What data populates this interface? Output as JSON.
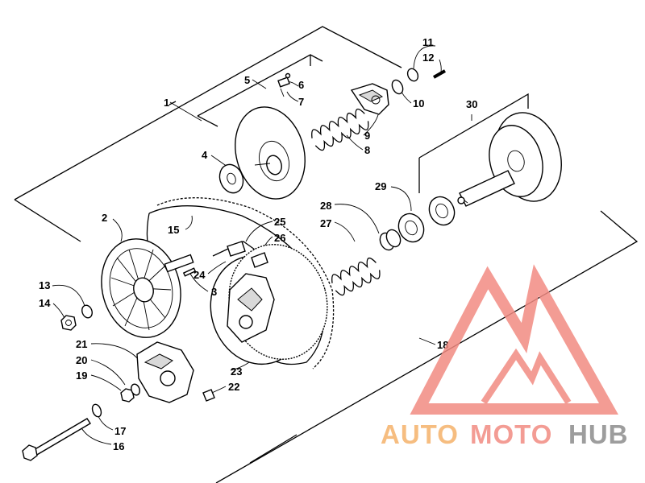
{
  "diagram": {
    "callouts": [
      {
        "id": "c1",
        "text": "1"
      },
      {
        "id": "c2",
        "text": "2"
      },
      {
        "id": "c3",
        "text": "3"
      },
      {
        "id": "c4",
        "text": "4"
      },
      {
        "id": "c5",
        "text": "5"
      },
      {
        "id": "c6",
        "text": "6"
      },
      {
        "id": "c7",
        "text": "7"
      },
      {
        "id": "c8",
        "text": "8"
      },
      {
        "id": "c9",
        "text": "9"
      },
      {
        "id": "c10",
        "text": "10"
      },
      {
        "id": "c11",
        "text": "11"
      },
      {
        "id": "c12",
        "text": "12"
      },
      {
        "id": "c13",
        "text": "13"
      },
      {
        "id": "c14",
        "text": "14"
      },
      {
        "id": "c15",
        "text": "15"
      },
      {
        "id": "c16",
        "text": "16"
      },
      {
        "id": "c17",
        "text": "17"
      },
      {
        "id": "c18",
        "text": "18"
      },
      {
        "id": "c19",
        "text": "19"
      },
      {
        "id": "c20",
        "text": "20"
      },
      {
        "id": "c21",
        "text": "21"
      },
      {
        "id": "c22",
        "text": "22"
      },
      {
        "id": "c23",
        "text": "23"
      },
      {
        "id": "c24",
        "text": "24"
      },
      {
        "id": "c25",
        "text": "25"
      },
      {
        "id": "c26",
        "text": "26"
      },
      {
        "id": "c27",
        "text": "27"
      },
      {
        "id": "c28",
        "text": "28"
      },
      {
        "id": "c29",
        "text": "29"
      },
      {
        "id": "c30",
        "text": "30"
      }
    ]
  },
  "watermark": {
    "word_1": "AUTO",
    "word_2": "MOTO",
    "word_3": "HUB",
    "color_1": "#f5b26b",
    "color_2": "#f28b82",
    "color_3": "#8c8c8c",
    "logo_color": "#f28b82"
  }
}
